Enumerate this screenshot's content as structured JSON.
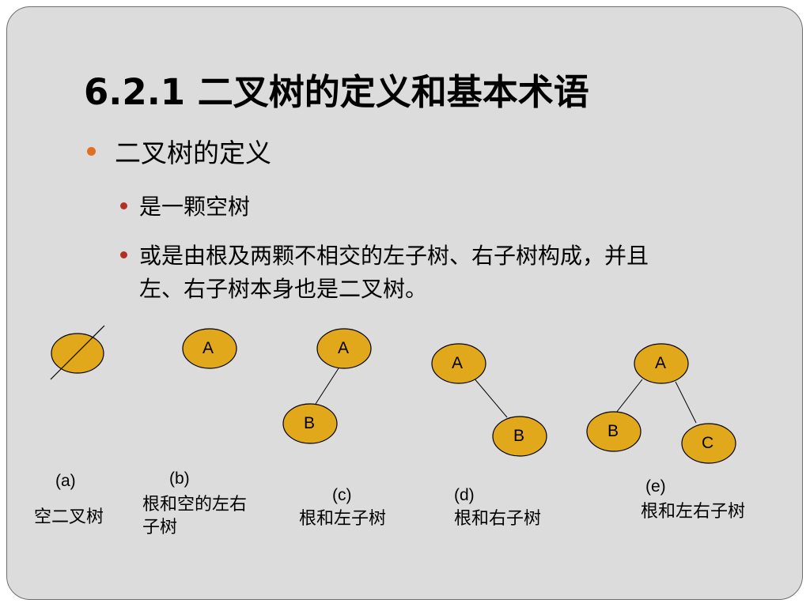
{
  "title": "6.2.1  二叉树的定义和基本术语",
  "bullet": "二叉树的定义",
  "sub_bullets": {
    "first": "是一颗空树",
    "second_line1": "或是由根及两颗不相交的左子树、右子树构成，并且",
    "second_line2": "左、右子树本身也是二叉树。"
  },
  "colors": {
    "node_fill": "#e2a81c",
    "node_stroke": "#000000",
    "bullet_level1": "#e0701f",
    "bullet_level2": "#b53024"
  },
  "diagrams": [
    {
      "letter": "(a)",
      "caption": [
        "空二叉树"
      ],
      "nodes": []
    },
    {
      "letter": "(b)",
      "caption": [
        "根和空的左右",
        "子树"
      ],
      "nodes": [
        "A"
      ]
    },
    {
      "letter": "(c)",
      "caption": [
        "根和左子树"
      ],
      "nodes": [
        "A",
        "B"
      ]
    },
    {
      "letter": "(d)",
      "caption": [
        "根和右子树"
      ],
      "nodes": [
        "A",
        "B"
      ]
    },
    {
      "letter": "(e)",
      "caption": [
        "根和左右子树"
      ],
      "nodes": [
        "A",
        "B",
        "C"
      ]
    }
  ]
}
